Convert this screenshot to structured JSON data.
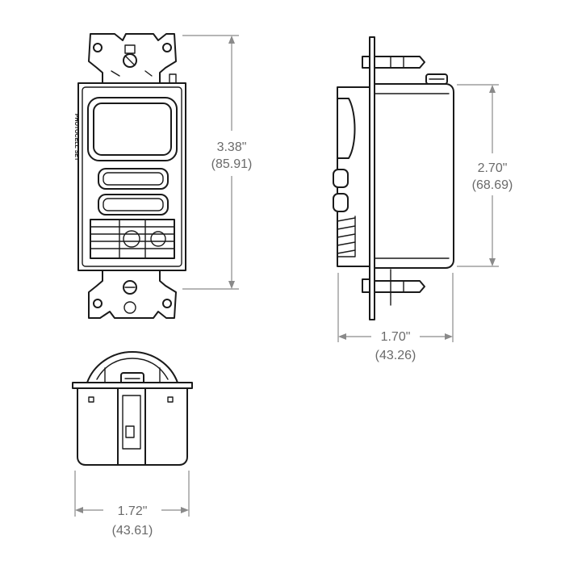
{
  "dimensions": {
    "height_in": "3.38\"",
    "height_mm": "(85.91)",
    "depth_height_in": "2.70\"",
    "depth_height_mm": "(68.69)",
    "depth_in": "1.70\"",
    "depth_mm": "(43.26)",
    "width_in": "1.72\"",
    "width_mm": "(43.61)"
  },
  "labels": {
    "side_label": "PHOTOCELL SET"
  },
  "colors": {
    "line": "#1a1a1a",
    "dimension": "#8a8a8a",
    "dimension_text": "#6a6a6a"
  }
}
